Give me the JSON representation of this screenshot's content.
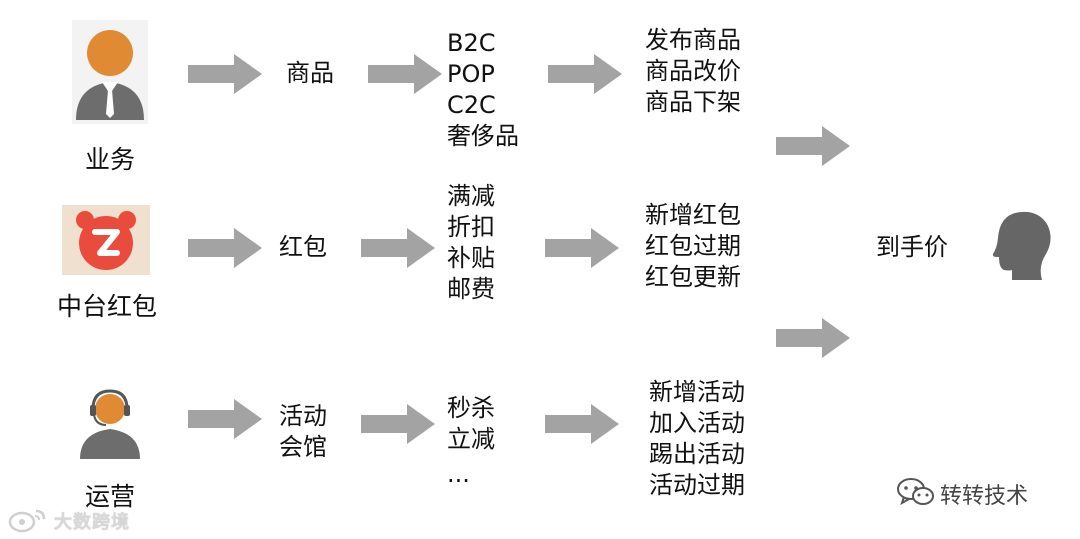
{
  "roles": [
    {
      "label": "业务",
      "source": "商品",
      "types": [
        "B2C",
        "POP",
        "C2C",
        "奢侈品"
      ],
      "actions": [
        "发布商品",
        "商品改价",
        "商品下架"
      ]
    },
    {
      "label": "中台红包",
      "source": "红包",
      "types": [
        "满减",
        "折扣",
        "补贴",
        "邮费"
      ],
      "actions": [
        "新增红包",
        "红包过期",
        "红包更新"
      ]
    },
    {
      "label": "运营",
      "source": "活动会馆",
      "source_lines": [
        "活动",
        "会馆"
      ],
      "types": [
        "秒杀",
        "立减",
        "..."
      ],
      "actions": [
        "新增活动",
        "加入活动",
        "踢出活动",
        "活动过期"
      ]
    }
  ],
  "result": "到手价",
  "watermark_left": "大数跨境",
  "watermark_right": "转转技术",
  "colors": {
    "arrow": "#a3a3a3",
    "person_head": "#e08a33",
    "person_body": "#6d6d6d",
    "redpacket_bg": "#f0e0cf",
    "redpacket_circle": "#e94b3c",
    "end_user": "#666666"
  }
}
